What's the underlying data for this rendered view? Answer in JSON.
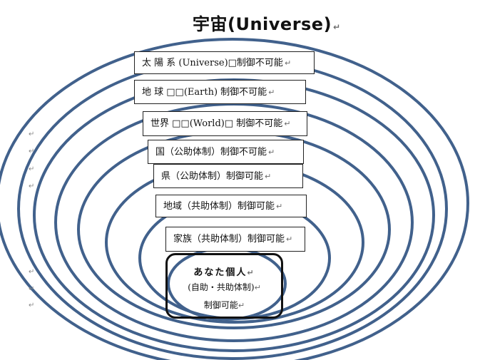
{
  "title": "宇宙(Universe)",
  "return_mark": "↵",
  "layers": [
    {
      "text": "太 陽 系 (Universe)□制御不可能"
    },
    {
      "text": "地 球 □□(Earth) 制御不可能"
    },
    {
      "text": "世界 □□(World)□ 制御不可能"
    },
    {
      "text": "国（公助体制）制御不可能"
    },
    {
      "text": "県（公助体制）制御可能"
    },
    {
      "text": "地域（共助体制）制御可能"
    },
    {
      "text": "家族（共助体制）制御可能"
    }
  ],
  "core": {
    "line1": "あなた個人",
    "line2": "(自助・共助体制)",
    "line3": "制御可能"
  },
  "ring_color": "#41618c"
}
